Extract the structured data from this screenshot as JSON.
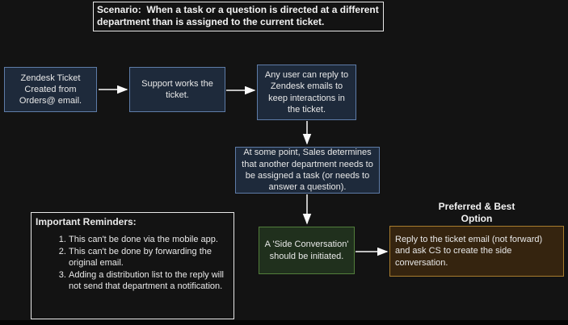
{
  "canvas": {
    "background_color": "#131313",
    "arrow_color": "#fafafa"
  },
  "scenario": {
    "text": "Scenario:  When a task or a question is directed at a different\ndepartment than is assigned to the current ticket."
  },
  "flow": {
    "node_colors": {
      "blue_fill": "#1e2a3b",
      "blue_border": "#5e7ca8",
      "green_fill": "#20301d",
      "green_border": "#527e3b",
      "brown_fill": "#35240f",
      "brown_border": "#a87c2e"
    },
    "nodes": [
      {
        "id": "zendesk-ticket",
        "text": "Zendesk Ticket\nCreated from\nOrders@ email."
      },
      {
        "id": "support-works",
        "text": "Support works the\nticket."
      },
      {
        "id": "any-user-reply",
        "text": "Any user can reply to\nZendesk emails to\nkeep interactions in\nthe ticket."
      },
      {
        "id": "sales-determines",
        "text": "At some point, Sales determines\nthat another department needs to\nbe assigned a task (or needs to\nanswer a question)."
      },
      {
        "id": "side-conversation",
        "text": "A 'Side Conversation'\nshould be initiated."
      },
      {
        "id": "reply-ticket-email",
        "text": "Reply to the ticket email (not forward)\nand ask CS to create the side\nconversation."
      }
    ],
    "preferred_label": "Preferred & Best\nOption"
  },
  "reminders": {
    "title": "Important Reminders:",
    "items": [
      "This can't be done via the mobile app.",
      "This can't be done by forwarding the original email.",
      "Adding a distribution list to the reply will not send that department a notification."
    ]
  }
}
